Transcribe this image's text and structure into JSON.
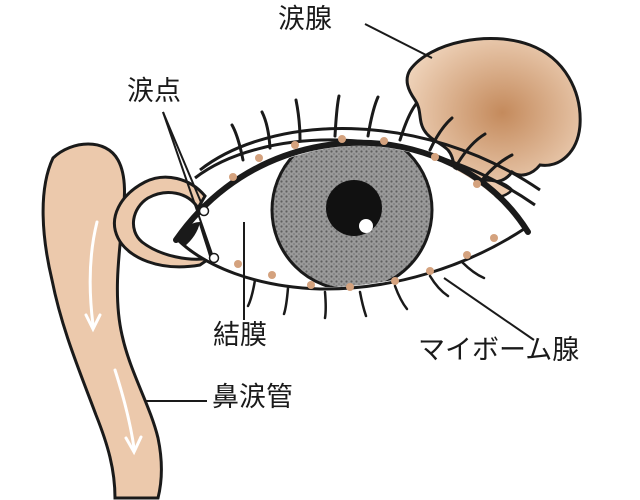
{
  "labels": {
    "lacrimal_gland": "涙腺",
    "puncta": "涙点",
    "conjunctiva": "結膜",
    "meibomian_gland": "マイボーム腺",
    "nasolacrimal_duct": "鼻涙管"
  },
  "colors": {
    "outline": "#1a1a1a",
    "skin": "#ecc9ac",
    "gland_center": "#c48a5c",
    "gland_edge": "#efd3ba",
    "iris": "#8a8a8a",
    "gland_dots": "#d4a27e",
    "background": "#ffffff"
  }
}
